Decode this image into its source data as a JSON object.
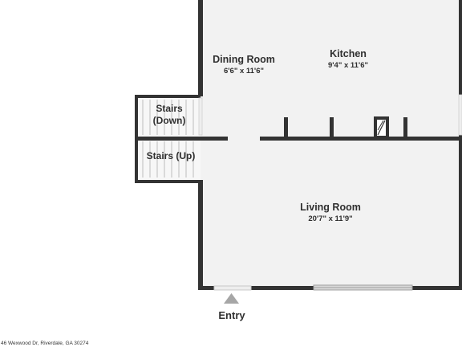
{
  "colors": {
    "wall": "#333333",
    "floor": "#f2f2f2",
    "stair_fill": "#f7f7f7",
    "stair_line": "#bdbdbd",
    "window": "#d9d9d9",
    "entry_marker": "#a6a6a6"
  },
  "rooms": {
    "dining": {
      "name": "Dining Room",
      "dims": "6'6\" x 11'6\""
    },
    "kitchen": {
      "name": "Kitchen",
      "dims": "9'4\" x 11'6\""
    },
    "living": {
      "name": "Living Room",
      "dims": "20'7\" x 11'9\""
    }
  },
  "stairs": {
    "down": {
      "line1": "Stairs",
      "line2": "(Down)"
    },
    "up": {
      "label": "Stairs (Up)"
    }
  },
  "entry": {
    "label": "Entry",
    "icon": "triangle-up-icon"
  },
  "address": "46 Wexwood Dr, Riverdale, GA 30274"
}
